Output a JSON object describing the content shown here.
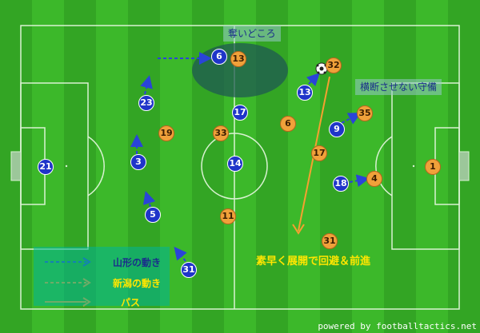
{
  "labels": {
    "steal_zone": "奪いどころ",
    "lateral_defense": "横断させない守備",
    "counter_text": "素早く展開で回避＆前進"
  },
  "legend": {
    "yamagata": "山形の動き",
    "niigata": "新潟の動き",
    "pass": "パス"
  },
  "credit": "powered by footballtactics.net",
  "colors": {
    "grass_light": "#3cb82a",
    "grass_dark": "#33a524",
    "team_blue": "#1f35c9",
    "team_orange": "#f0a13a",
    "legend_blue": "#2a44d8",
    "legend_orange": "#f5a030",
    "text_yellow": "#ffe600"
  },
  "players": {
    "blue": [
      {
        "num": "6"
      },
      {
        "num": "23"
      },
      {
        "num": "13"
      },
      {
        "num": "17"
      },
      {
        "num": "9"
      },
      {
        "num": "3"
      },
      {
        "num": "21"
      },
      {
        "num": "14"
      },
      {
        "num": "18"
      },
      {
        "num": "5"
      },
      {
        "num": "31"
      }
    ],
    "orange": [
      {
        "num": "13"
      },
      {
        "num": "32"
      },
      {
        "num": "35"
      },
      {
        "num": "19"
      },
      {
        "num": "33"
      },
      {
        "num": "6"
      },
      {
        "num": "17"
      },
      {
        "num": "1"
      },
      {
        "num": "4"
      },
      {
        "num": "11"
      },
      {
        "num": "31"
      }
    ]
  }
}
